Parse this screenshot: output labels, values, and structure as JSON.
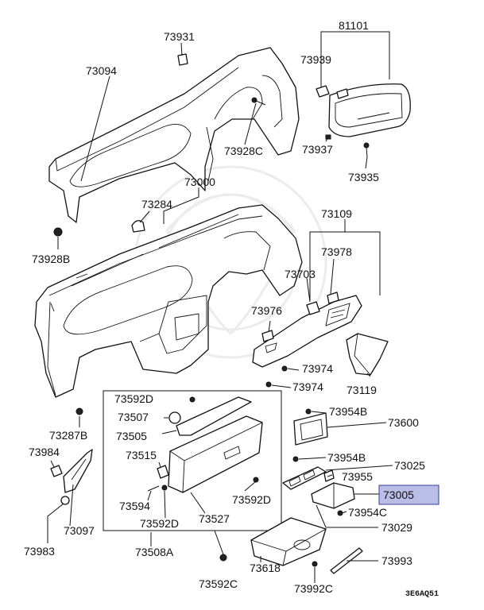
{
  "diagram": {
    "corner_code": "3E6AQ51",
    "highlight_color": "#b9bde8",
    "parts": [
      {
        "id": "p73931",
        "code": "73931"
      },
      {
        "id": "p81101",
        "code": "81101"
      },
      {
        "id": "p73094",
        "code": "73094"
      },
      {
        "id": "p73939",
        "code": "73939"
      },
      {
        "id": "p73928C",
        "code": "73928C"
      },
      {
        "id": "p73937",
        "code": "73937"
      },
      {
        "id": "p73935",
        "code": "73935"
      },
      {
        "id": "p73000",
        "code": "73000"
      },
      {
        "id": "p73284",
        "code": "73284"
      },
      {
        "id": "p73109",
        "code": "73109"
      },
      {
        "id": "p73928B",
        "code": "73928B"
      },
      {
        "id": "p73978",
        "code": "73978"
      },
      {
        "id": "p73703",
        "code": "73703"
      },
      {
        "id": "p73976",
        "code": "73976"
      },
      {
        "id": "p73974a",
        "code": "73974"
      },
      {
        "id": "p73974b",
        "code": "73974"
      },
      {
        "id": "p73119",
        "code": "73119"
      },
      {
        "id": "p73592D1",
        "code": "73592D"
      },
      {
        "id": "p73954B1",
        "code": "73954B"
      },
      {
        "id": "p73507",
        "code": "73507"
      },
      {
        "id": "p73287B",
        "code": "73287B"
      },
      {
        "id": "p73505",
        "code": "73505"
      },
      {
        "id": "p73600",
        "code": "73600"
      },
      {
        "id": "p73984",
        "code": "73984"
      },
      {
        "id": "p73515",
        "code": "73515"
      },
      {
        "id": "p73954B2",
        "code": "73954B"
      },
      {
        "id": "p73025",
        "code": "73025"
      },
      {
        "id": "p73955",
        "code": "73955"
      },
      {
        "id": "p73005",
        "code": "73005"
      },
      {
        "id": "p73594",
        "code": "73594"
      },
      {
        "id": "p73592D2",
        "code": "73592D"
      },
      {
        "id": "p73954C",
        "code": "73954C"
      },
      {
        "id": "p73097",
        "code": "73097"
      },
      {
        "id": "p73592D3",
        "code": "73592D"
      },
      {
        "id": "p73527",
        "code": "73527"
      },
      {
        "id": "p73029",
        "code": "73029"
      },
      {
        "id": "p73983",
        "code": "73983"
      },
      {
        "id": "p73508A",
        "code": "73508A"
      },
      {
        "id": "p73618",
        "code": "73618"
      },
      {
        "id": "p73993",
        "code": "73993"
      },
      {
        "id": "p73592C",
        "code": "73592C"
      },
      {
        "id": "p73992C",
        "code": "73992C"
      }
    ]
  }
}
